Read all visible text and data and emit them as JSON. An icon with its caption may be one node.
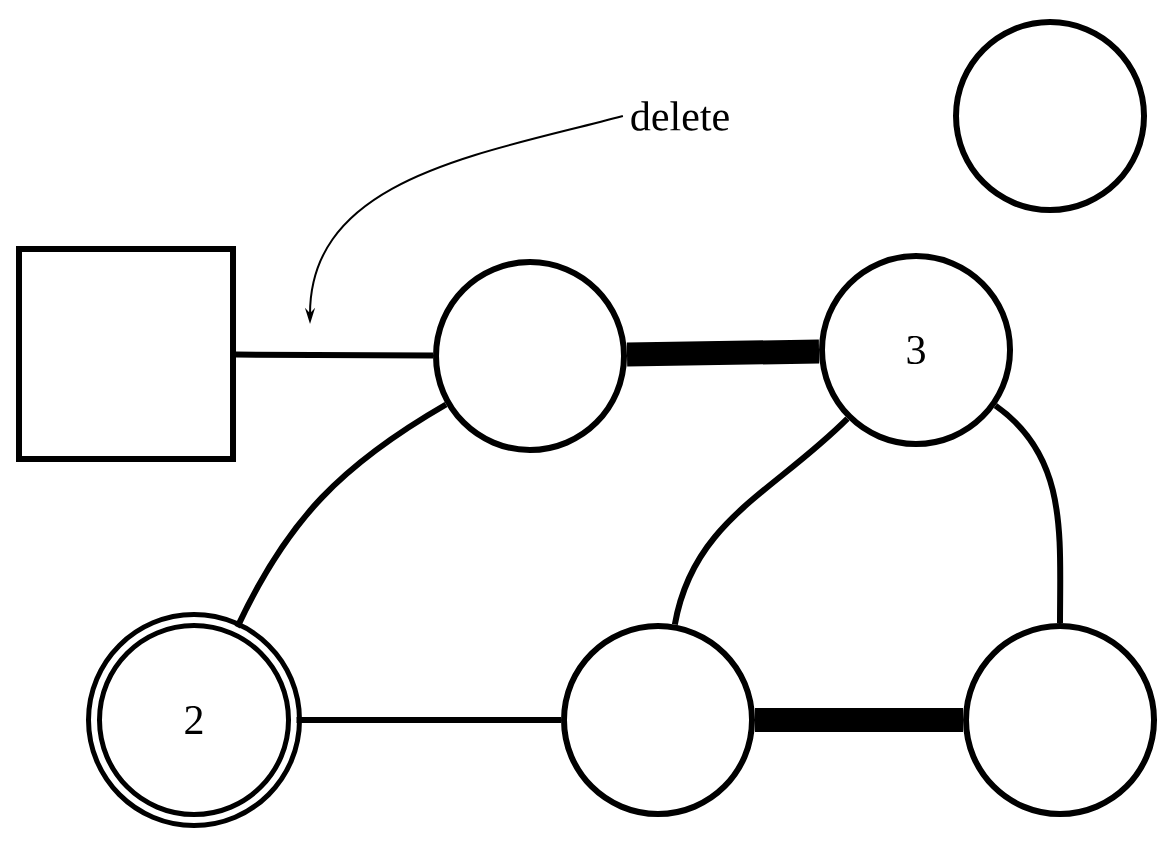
{
  "diagram": {
    "nodes": [
      {
        "text": [
          "delete"
        ]
      },
      {
        "text": [],
        "shape": "box"
      },
      {
        "text": [],
        "shape": "circle"
      },
      {
        "text": [
          "3"
        ]
      },
      {
        "text": [],
        "shape": "circle"
      },
      {
        "text": [
          "2"
        ]
      },
      {
        "text": [],
        "shape": "circle"
      },
      {
        "text": [],
        "shape": "circle"
      }
    ],
    "edges": [
      {
        "from": 0,
        "to": null,
        "arrow": "to"
      },
      {
        "from": 1,
        "to": 2,
        "arrow": "none"
      },
      {
        "from": 2,
        "to": 3,
        "arrow": "none",
        "style": "thick"
      },
      {
        "from": 2,
        "to": 5,
        "arrow": "none"
      },
      {
        "from": 3,
        "to": 6,
        "arrow": "none"
      },
      {
        "from": 3,
        "to": 7,
        "arrow": "none"
      },
      {
        "from": 5,
        "to": 6,
        "arrow": "none"
      },
      {
        "from": 6,
        "to": 7,
        "arrow": "none",
        "style": "thick"
      }
    ]
  }
}
